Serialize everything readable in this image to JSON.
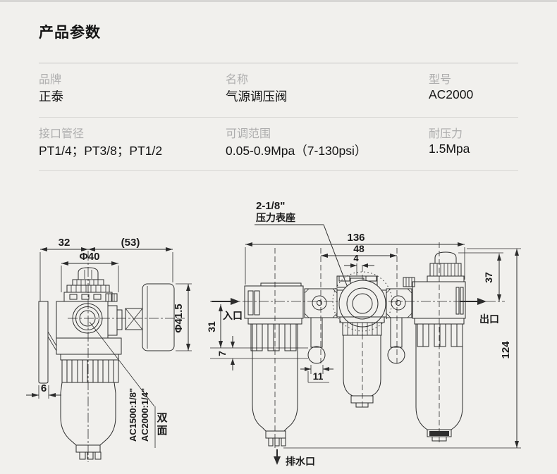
{
  "page": {
    "title": "产品参数"
  },
  "specs": {
    "rows": [
      {
        "cells": [
          {
            "label": "品牌",
            "value": "正泰"
          },
          {
            "label": "名称",
            "value": "气源调压阀"
          },
          {
            "label": "型号",
            "value": "AC2000"
          }
        ]
      },
      {
        "cells": [
          {
            "label": "接口管径",
            "value": "PT1/4；PT3/8；PT1/2"
          },
          {
            "label": "可调范围",
            "value": "0.05-0.9Mpa（7-130psi）"
          },
          {
            "label": "耐压力",
            "value": "1.5Mpa"
          }
        ]
      }
    ]
  },
  "drawing": {
    "left_view": {
      "dim_width_32": "32",
      "dim_width_53": "(53)",
      "dim_knob_dia": "Φ40",
      "dim_gauge_dia": "Φ41.5",
      "dim_bracket_6": "6",
      "thread_note_ac1500": "AC1500:1/8\"",
      "thread_note_ac2000": "AC2000:1/4\"",
      "both_sides_note": "双面"
    },
    "front_view": {
      "gauge_port_size": "2-1/8\"",
      "gauge_port_label": "压力表座",
      "dim_width_136": "136",
      "dim_width_48": "48",
      "dim_offset_4": "4",
      "dim_height_37": "37",
      "dim_height_31": "31",
      "dim_height_7": "7",
      "dim_width_11": "11",
      "dim_height_124": "124",
      "inlet_label": "入口",
      "outlet_label": "出口",
      "drain_label": "排水口"
    }
  }
}
